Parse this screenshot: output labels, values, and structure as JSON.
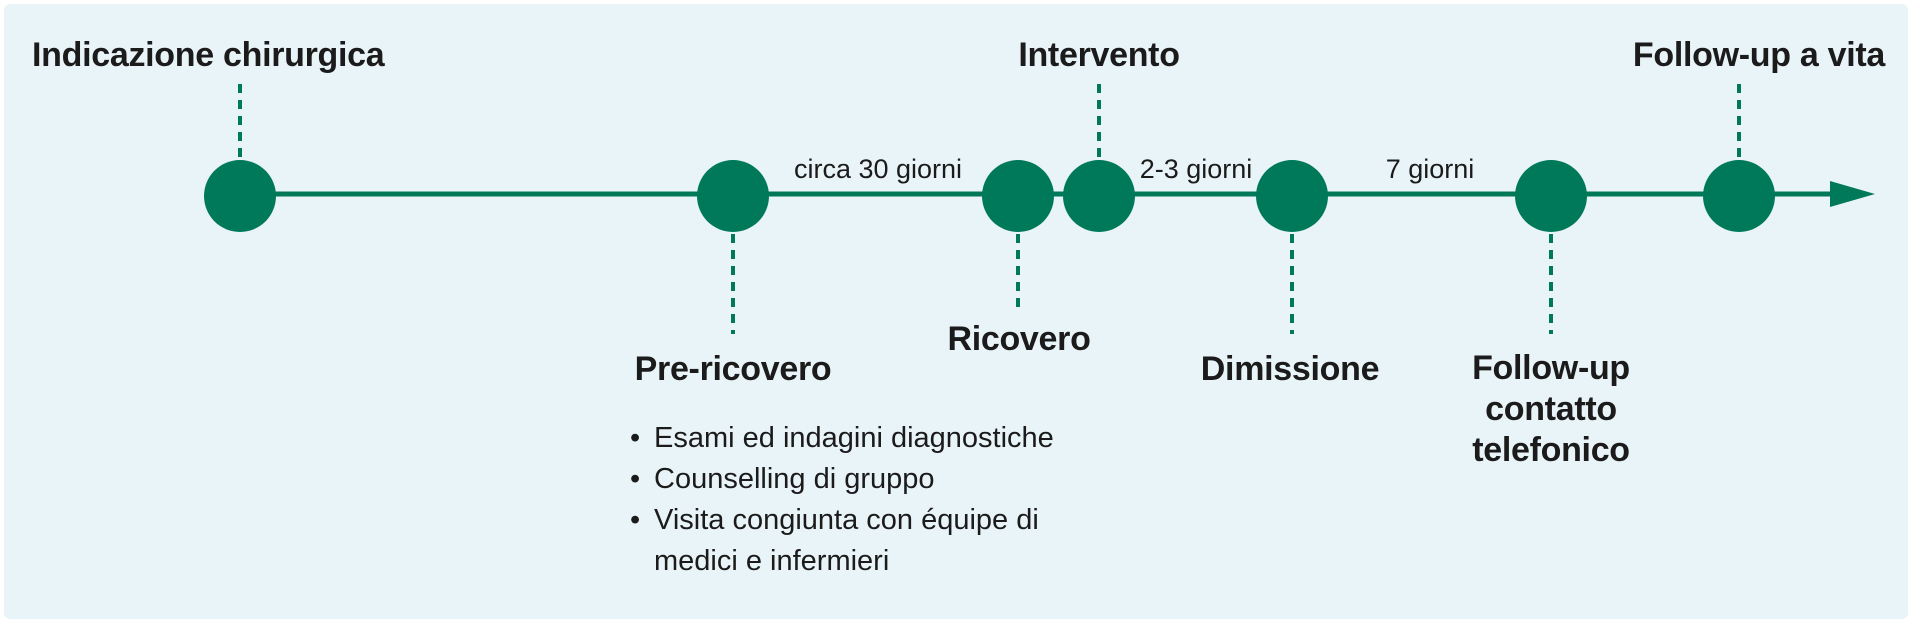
{
  "colors": {
    "background": "#e9f4f8",
    "accent": "#00795a",
    "text": "#1b1b1b"
  },
  "stages": {
    "indicazione": "Indicazione chirurgica",
    "pre_ricovero": "Pre-ricovero",
    "ricovero": "Ricovero",
    "intervento": "Intervento",
    "dimissione": "Dimissione",
    "follow_up_telefonico": "Follow-up contatto telefonico",
    "follow_up_vita": "Follow-up a vita"
  },
  "intervals": {
    "pre_to_ricovero": "circa 30 giorni",
    "intervento_to_dimissione": "2-3 giorni",
    "dimissione_to_followup": "7 giorni"
  },
  "pre_ricovero_activities": [
    "Esami ed indagini diagnostiche",
    "Counselling di gruppo",
    "Visita congiunta con équipe di medici e infermieri"
  ],
  "bullet_symbol": "•"
}
